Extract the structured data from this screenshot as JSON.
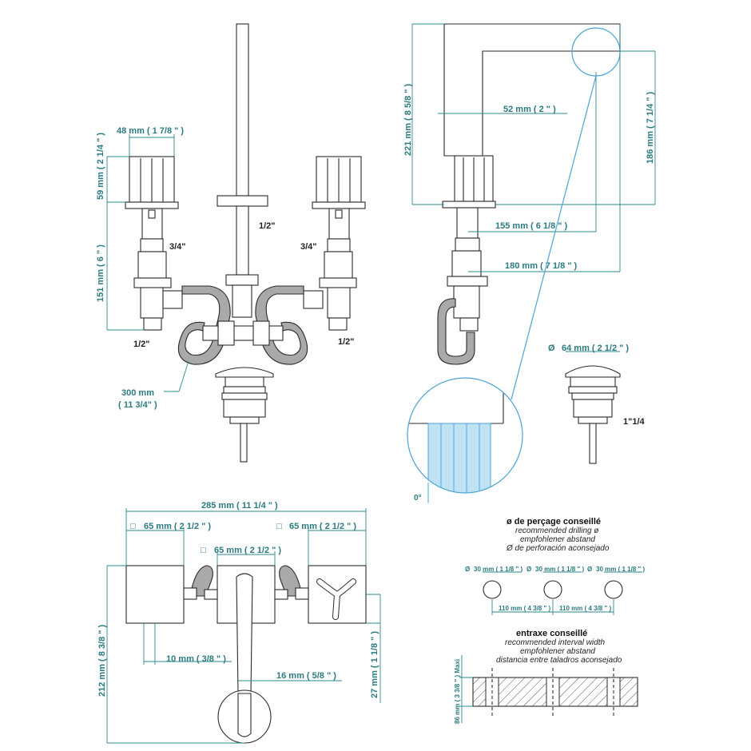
{
  "front_view": {
    "width_top": "48 mm ( 1 7/8 \" )",
    "handle_height": "59 mm ( 2 1/4 \" )",
    "body_height": "151 mm ( 6 \" )",
    "thread_34_left": "3/4\"",
    "thread_34_right": "3/4\"",
    "thread_12_spout": "1/2\"",
    "thread_12_left": "1/2\"",
    "thread_12_right": "1/2\"",
    "hose_length": "300 mm",
    "hose_length_in": "( 11 3/4\" )"
  },
  "side_view": {
    "total_height": "221 mm ( 8 5/8 \" )",
    "outlet_height": "186 mm ( 7 1/4 \" )",
    "spout_width": "52 mm ( 2 \" )",
    "reach_outlet": "155 mm ( 6 1/8 \" )",
    "reach_total": "180 mm ( 7 1/8 \" )"
  },
  "drain": {
    "diameter": "64 mm ( 2 1/2 \" )",
    "thread": "1\"1/4",
    "diameter_symbol": "Ø"
  },
  "detail": {
    "angle": "0°"
  },
  "top_view": {
    "total_width": "285 mm ( 11 1/4 \" )",
    "left_square": "65 mm ( 2 1/2 \" )",
    "right_square": "65 mm ( 2 1/2 \" )",
    "center_square": "65 mm ( 2 1/2 \" )",
    "depth": "212 mm ( 8 3/8 \" )",
    "offset_10": "10 mm ( 3/8 \" )",
    "offset_16": "16 mm ( 5/8 \" )",
    "offset_27": "27 mm ( 1 1/8 \" )",
    "square_symbol": "□"
  },
  "drilling": {
    "title": "ø de perçage conseillé",
    "line_en": "recommended drilling ø",
    "line_de": "empfohlener abstand",
    "line_es": "Ø de perforación aconsejado",
    "hole_labels": [
      "30 mm ( 1 1/8 \" )",
      "30 mm ( 1 1/8 \" )",
      "30 mm ( 1 1/8 \" )"
    ],
    "spacing_1": "110 mm ( 4 3/8 \" )",
    "spacing_2": "110 mm ( 4 3/8 \" )"
  },
  "interval": {
    "title": "entraxe conseillé",
    "line_en": "recommended interval width",
    "line_de": "empfohlener abstand",
    "line_es": "distancia entre taladros aconsejado",
    "max_label": "86 mm ( 3 3/8 \" ) Maxi"
  },
  "colors": {
    "dimension": "#2b7b80",
    "detail_blue": "#4aa3d8",
    "hatch_fill": "#bfe3f5"
  }
}
